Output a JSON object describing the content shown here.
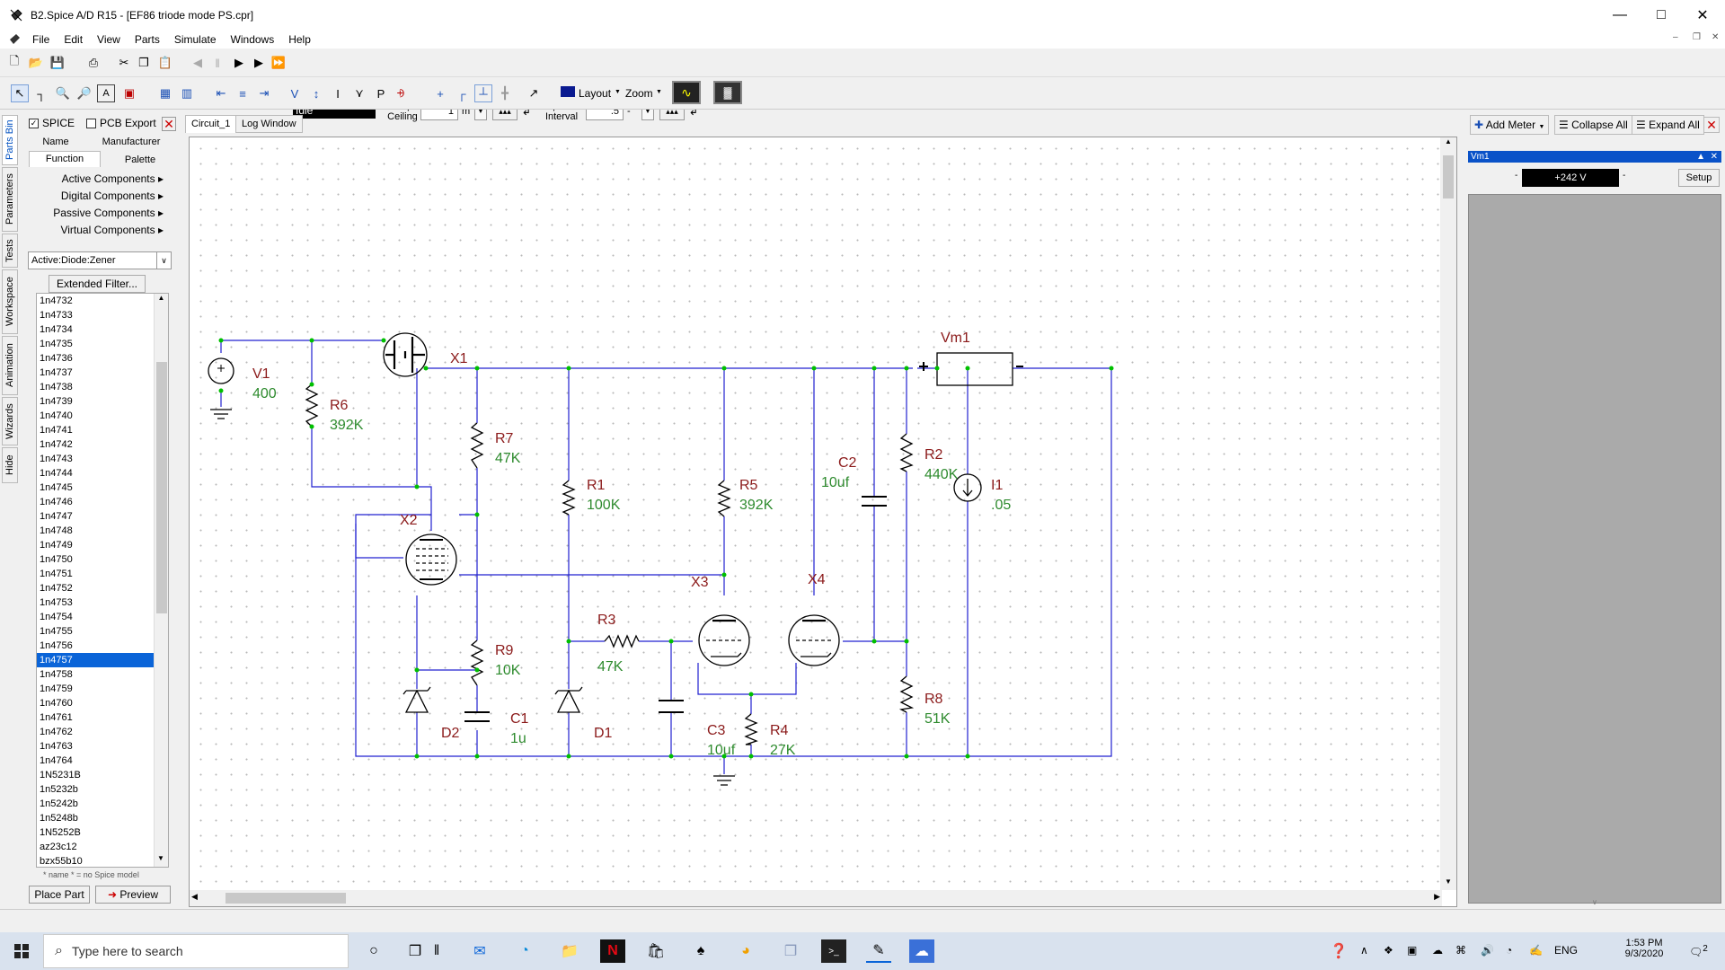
{
  "window": {
    "title": "B2.Spice A/D R15 - [EF86 triode mode PS.cpr]"
  },
  "menu": [
    "File",
    "Edit",
    "View",
    "Parts",
    "Simulate",
    "Windows",
    "Help"
  ],
  "toolbar": {
    "status": "Idle",
    "step_ceiling_label": "Step\nCeiling",
    "step_value": "1",
    "step_unit": "m",
    "update_interval_label": "Update\nInterval",
    "update_value": ".5",
    "update_unit": "-",
    "layout_label": "Layout",
    "zoom_label": "Zoom"
  },
  "side_tabs": [
    "Parts Bin",
    "Parameters",
    "Tests",
    "Workspace",
    "Animation",
    "Wizards",
    "Hide"
  ],
  "left_panel": {
    "spice_label": "SPICE",
    "pcb_label": "PCB Export",
    "tabs": [
      "Name",
      "Manufacturer",
      "Function",
      "Palette"
    ],
    "categories": [
      "Active Components",
      "Digital Components",
      "Passive Components",
      "Virtual Components"
    ],
    "filter_value": "Active:Diode:Zener",
    "extended_filter": "Extended Filter...",
    "parts": [
      "1n4732",
      "1n4733",
      "1n4734",
      "1n4735",
      "1n4736",
      "1n4737",
      "1n4738",
      "1n4739",
      "1n4740",
      "1n4741",
      "1n4742",
      "1n4743",
      "1n4744",
      "1n4745",
      "1n4746",
      "1n4747",
      "1n4748",
      "1n4749",
      "1n4750",
      "1n4751",
      "1n4752",
      "1n4753",
      "1n4754",
      "1n4755",
      "1n4756",
      "1n4757",
      "1n4758",
      "1n4759",
      "1n4760",
      "1n4761",
      "1n4762",
      "1n4763",
      "1n4764",
      "1N5231B",
      "1n5232b",
      "1n5242b",
      "1n5248b",
      "1N5252B",
      "az23c12",
      "bzx55b10"
    ],
    "selected_part": "1n4757",
    "footnote": "* name * = no Spice model",
    "place_part": "Place Part",
    "preview": "Preview"
  },
  "doc_tabs": [
    "Circuit_1",
    "Log Window"
  ],
  "schematic": {
    "labels": {
      "V1": "V1",
      "V1v": "400",
      "R6": "R6",
      "R6v": "392K",
      "X1": "X1",
      "R7": "R7",
      "R7v": "47K",
      "R1": "R1",
      "R1v": "100K",
      "R5": "R5",
      "R5v": "392K",
      "C2": "C2",
      "C2v": "10uf",
      "R2": "R2",
      "R2v": "440K",
      "I1": "I1",
      "I1v": ".05",
      "Vm1": "Vm1",
      "X2": "X2",
      "X3": "X3",
      "X4": "X4",
      "R9": "R9",
      "R9v": "10K",
      "R3": "R3",
      "R3v": "47K",
      "C1": "C1",
      "C1v": "1u",
      "D2": "D2",
      "D1": "D1",
      "C3": "C3",
      "C3v": "10uf",
      "R4": "R4",
      "R4v": "27K",
      "R8": "R8",
      "R8v": "51K"
    },
    "colors": {
      "wire": "#2020d0",
      "name": "#8b1a1a",
      "value": "#2e8b2e",
      "node": "#00c000"
    }
  },
  "right_panel": {
    "add_meter": "Add Meter",
    "collapse_all": "Collapse All",
    "expand_all": "Expand All",
    "meter_name": "Vm1",
    "meter_reading": "+242  V",
    "setup": "Setup"
  },
  "taskbar": {
    "search_placeholder": "Type here to search",
    "language": "ENG",
    "time": "1:53 PM",
    "date": "9/3/2020",
    "notifications": "2"
  }
}
